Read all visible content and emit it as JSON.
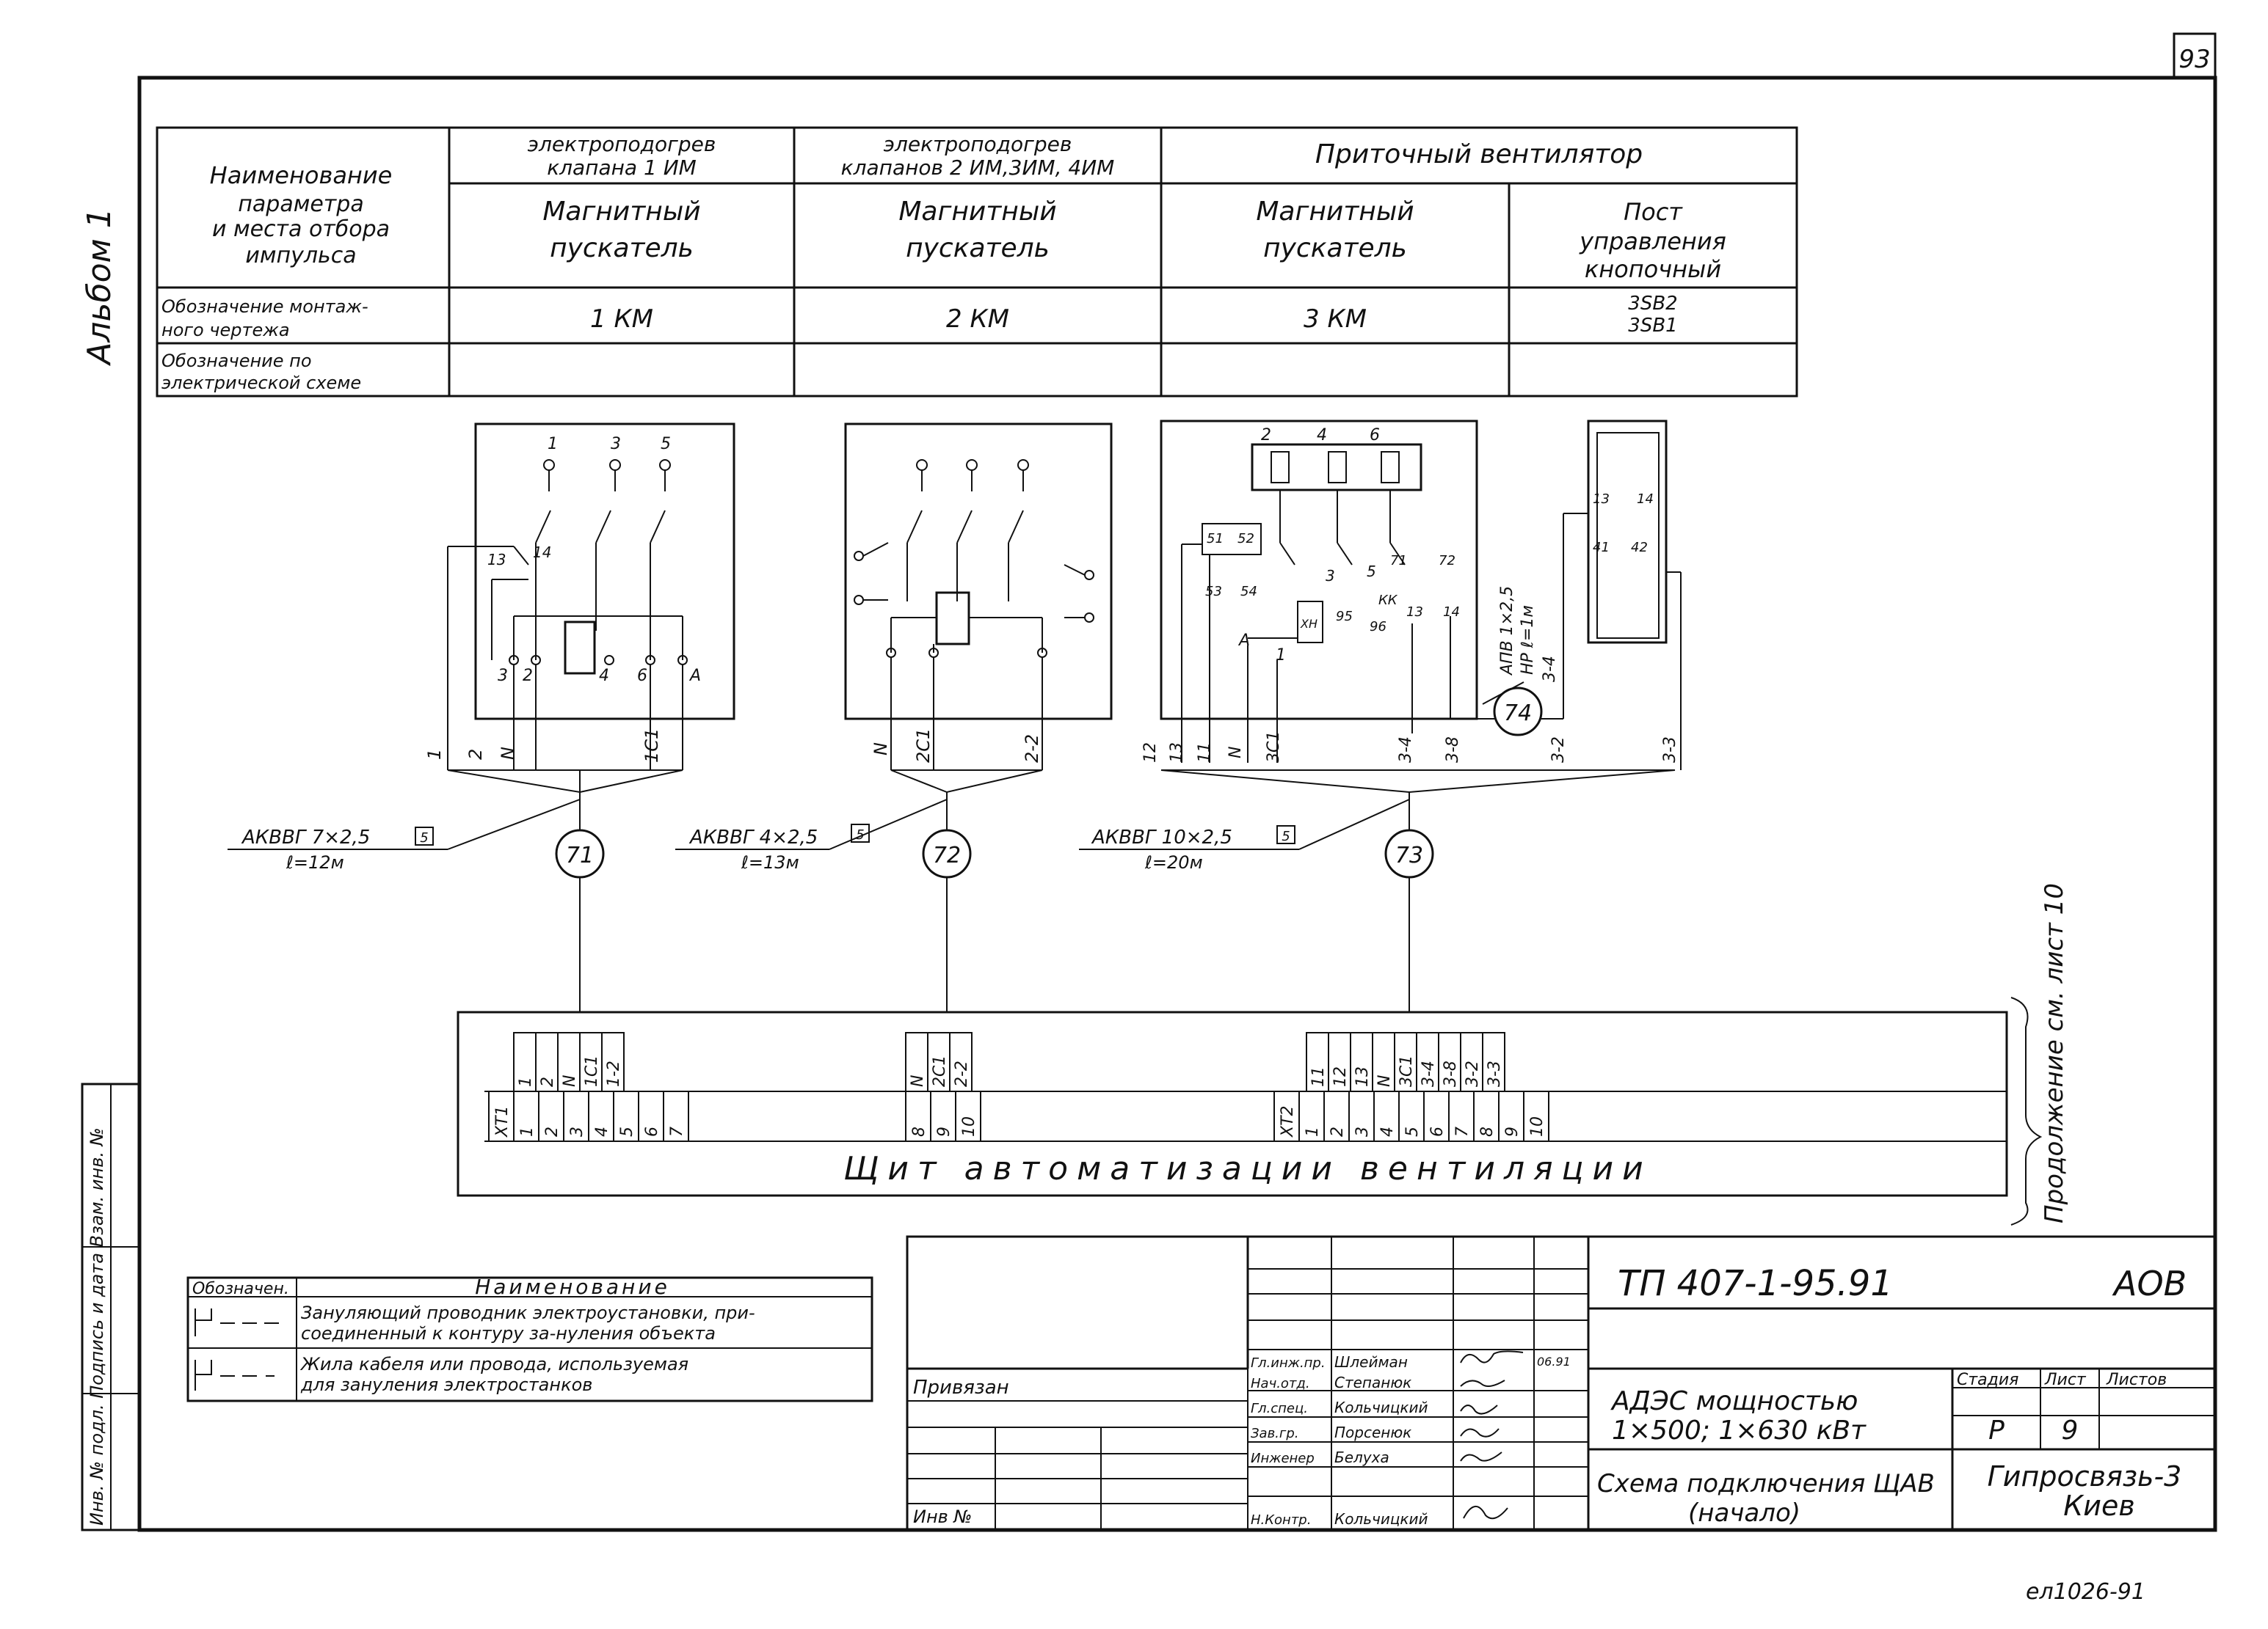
{
  "sheet": {
    "page_number": "93",
    "album": "Альбом 1",
    "bottom_code": "eл1026-91",
    "side_stamp": "Инв. № подл. Подпись и дата Взам. инв. №"
  },
  "header_table": {
    "param_label_1": "Наименование",
    "param_label_2": "параметра",
    "param_label_3": "и места отбора",
    "param_label_4": "импульса",
    "mount_label_1": "Обозначение монтаж-",
    "mount_label_2": "ного чертежа",
    "elec_label_1": "Обозначение по",
    "elec_label_2": "электрической схеме",
    "col1_title_1": "электроподогрев",
    "col1_title_2": "клапана 1 ИМ",
    "col2_title_1": "электроподогрев",
    "col2_title_2": "клапанов 2 ИМ,3ИМ, 4ИМ",
    "col3_title": "Приточный вентилятор",
    "col1_dev_1": "Магнитный",
    "col1_dev_2": "пускатель",
    "col2_dev_1": "Магнитный",
    "col2_dev_2": "пускатель",
    "col3_dev_1": "Магнитный",
    "col3_dev_2": "пускатель",
    "col4_dev_1": "Пост",
    "col4_dev_2": "управления",
    "col4_dev_3": "кнопочный",
    "col1_mark": "1 КМ",
    "col2_mark": "2 КМ",
    "col3_mark": "3 КМ",
    "col4_mark_1": "3SB2",
    "col4_mark_2": "3SB1"
  },
  "devices": {
    "d1": {
      "t1": "1",
      "t3": "3",
      "t5": "5",
      "c13": "13",
      "c14": "14",
      "b3": "3",
      "b2": "2",
      "b4": "4",
      "b6": "6",
      "bA": "A",
      "w1": "1",
      "w2": "2",
      "w3": "N",
      "w4": "1C1"
    },
    "d2": {
      "w1": "N",
      "w2": "2C1",
      "w3": "2-2"
    },
    "d3": {
      "t2": "2",
      "t4": "4",
      "t6": "6",
      "c51": "51",
      "c52": "52",
      "c53": "53",
      "c54": "54",
      "c3": "3",
      "c5": "5",
      "c71": "71",
      "c72": "72",
      "c13": "13",
      "c14": "14",
      "c95": "95",
      "c96": "96",
      "kk": "КК",
      "xh": "ХН",
      "cA": "A",
      "c1": "1",
      "wire": "АПВ 1×2,5",
      "wire_len": "НР ℓ=1м",
      "w1": "12",
      "w2": "13",
      "w3": "11",
      "w4": "N",
      "w5": "3C1",
      "w6": "3-4",
      "w7": "3-8",
      "w8": "3-4",
      "w9": "3-2",
      "w10": "3-3"
    },
    "d4": {
      "c13": "13",
      "c14": "14",
      "c41": "41",
      "c42": "42"
    }
  },
  "cables": {
    "c71": {
      "id": "71",
      "spec": "АКВВГ 7×2,5",
      "box": "5",
      "len": "ℓ=12м"
    },
    "c72": {
      "id": "72",
      "spec": "АКВВГ 4×2,5",
      "box": "5",
      "len": "ℓ=13м"
    },
    "c73": {
      "id": "73",
      "spec": "АКВВГ 10×2,5",
      "box": "5",
      "len": "ℓ=20м"
    },
    "c74": {
      "id": "74"
    }
  },
  "panel": {
    "title": "Щит автоматизации вентиляции",
    "continuation": "Продолжение см. лист 10",
    "xt1_label": "ХТ1",
    "xt1_numbers": [
      "1",
      "2",
      "3",
      "4",
      "5",
      "6",
      "7"
    ],
    "xt1_wires": [
      "1",
      "2",
      "N",
      "1C1",
      "1-2"
    ],
    "mid_numbers": [
      "8",
      "9",
      "10"
    ],
    "mid_wires": [
      "N",
      "2C1",
      "2-2"
    ],
    "xt2_label": "ХТ2",
    "xt2_numbers": [
      "1",
      "2",
      "3",
      "4",
      "5",
      "6",
      "7",
      "8",
      "9",
      "10"
    ],
    "xt2_wires": [
      "11",
      "12",
      "13",
      "N",
      "3C1",
      "3-4",
      "3-8",
      "3-2",
      "3-3"
    ]
  },
  "legend": {
    "head_code": "Обозначен.",
    "head_name": "Наименование",
    "row1_line1": "Зануляющий проводник электроустановки, при-",
    "row1_line2": "соединенный к контуру за-нуления объекта",
    "row2_line1": "Жила кабеля или провода, используемая",
    "row2_line2": "для зануления электростанков"
  },
  "title_block": {
    "project_code": "ТП 407-1-95.91",
    "section": "АОВ",
    "object_line1": "АДЭС мощностью",
    "object_line2": "1×500; 1×630 кВт",
    "sheet_title_1": "Схема подключения ЩАВ",
    "sheet_title_2": "(начало)",
    "stage_label": "Стадия",
    "sheet_label": "Лист",
    "sheets_label": "Листов",
    "stage": "Р",
    "sheet_no": "9",
    "org_1": "Гипросвязь-3",
    "org_2": "Киев",
    "bound_label": "Привязан",
    "inv_label": "Инв №",
    "roles": [
      "Гл.инж.пр.",
      "Нач.отд.",
      "Гл.спец.",
      "Зав.гр.",
      "Инженер",
      "Н.Контр."
    ],
    "names": [
      "Шлейман",
      "Степанюк",
      "Кольчицкий",
      "Порсенюк",
      "Белуха",
      "Кольчицкий"
    ],
    "date": "06.91"
  }
}
